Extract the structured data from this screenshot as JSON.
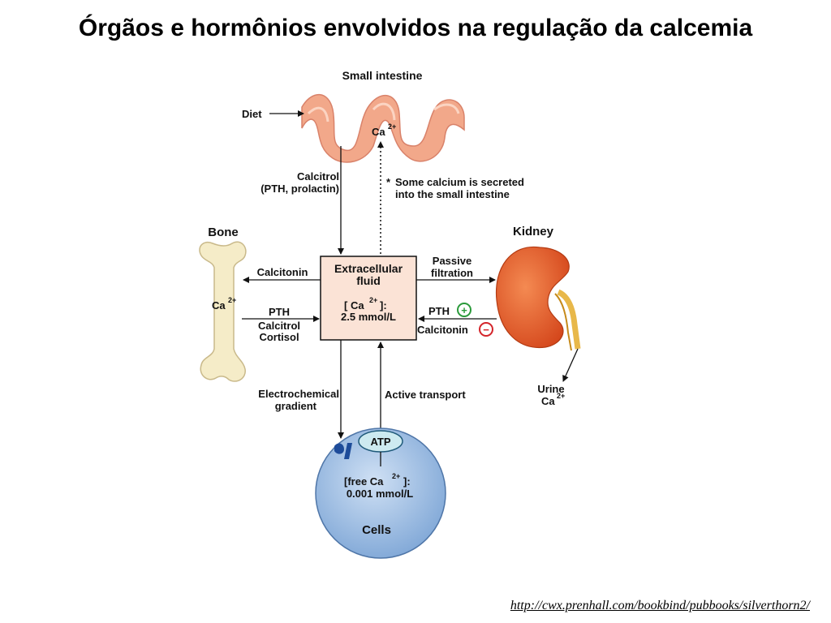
{
  "slide": {
    "title": "Órgãos e hormônios envolvidos na regulação da calcemia",
    "source_url": "http://cwx.prenhall.com/bookbind/pubbooks/silverthorn2/"
  },
  "diagram": {
    "small_intestine": {
      "label": "Small intestine",
      "ca": "Ca",
      "sup": "2+"
    },
    "diet": "Diet",
    "calcitrol_line1": "Calcitrol",
    "calcitrol_line2": "(PTH, prolactin)",
    "secreted_star": "*",
    "secreted_line1": "Some calcium is secreted",
    "secreted_line2": "into the small intestine",
    "bone": {
      "label": "Bone",
      "ca": "Ca",
      "sup": "2+"
    },
    "kidney": {
      "label": "Kidney"
    },
    "ecf": {
      "line1": "Extracellular",
      "line2": "fluid",
      "conc_open": "[ Ca",
      "conc_sup": "2+",
      "conc_close": "]:",
      "conc_value": "2.5 mmol/L"
    },
    "calcitonin_bone": "Calcitonin",
    "pth_bone": "PTH",
    "calcitrol_bone": "Calcitrol",
    "cortisol_bone": "Cortisol",
    "passive_line1": "Passive",
    "passive_line2": "filtration",
    "pth_kidney": "PTH",
    "pth_kidney_sign": "+",
    "calcitonin_kidney": "Calcitonin",
    "calcitonin_kidney_sign": "−",
    "urine": "Urine",
    "urine_ca": "Ca",
    "urine_sup": "2+",
    "electro_line1": "Electrochemical",
    "electro_line2": "gradient",
    "active_transport": "Active transport",
    "atp": "ATP",
    "cells": {
      "label": "Cells",
      "conc_open": "[free Ca",
      "conc_sup": "2+",
      "conc_close": "]:",
      "conc_value": "0.001 mmol/L"
    },
    "colors": {
      "intestine": "#f2a88a",
      "bone": "#f5ecc8",
      "kidney": "#e8622a",
      "ecf_box": "#fbe3d6",
      "cell": "#a9c6e8",
      "atp": "#cdeaf0",
      "plus": "#2a9a3a",
      "minus": "#d4242a"
    }
  }
}
